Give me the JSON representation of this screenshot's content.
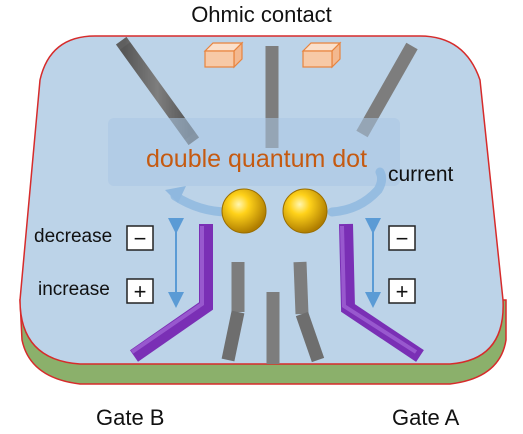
{
  "title": "Ohmic contact",
  "dot_label": "double quantum dot",
  "current_label": "current",
  "decrease_label": "decrease",
  "increase_label": "increase",
  "minus_symbol": "−",
  "plus_symbol": "+",
  "gate_b_label": "Gate B",
  "gate_a_label": "Gate A",
  "colors": {
    "substrate_top": "#bcd3e8",
    "substrate_side": "#8bb06b",
    "substrate_outline": "#d62b2b",
    "gate_gray": "#808080",
    "gate_purple": "#7a2fb5",
    "ohmic_contact": "#f7c9a6",
    "quantum_dot": "#f2b700",
    "dot_label": "#c55a11",
    "arrow_blue": "#5b9bd5"
  }
}
